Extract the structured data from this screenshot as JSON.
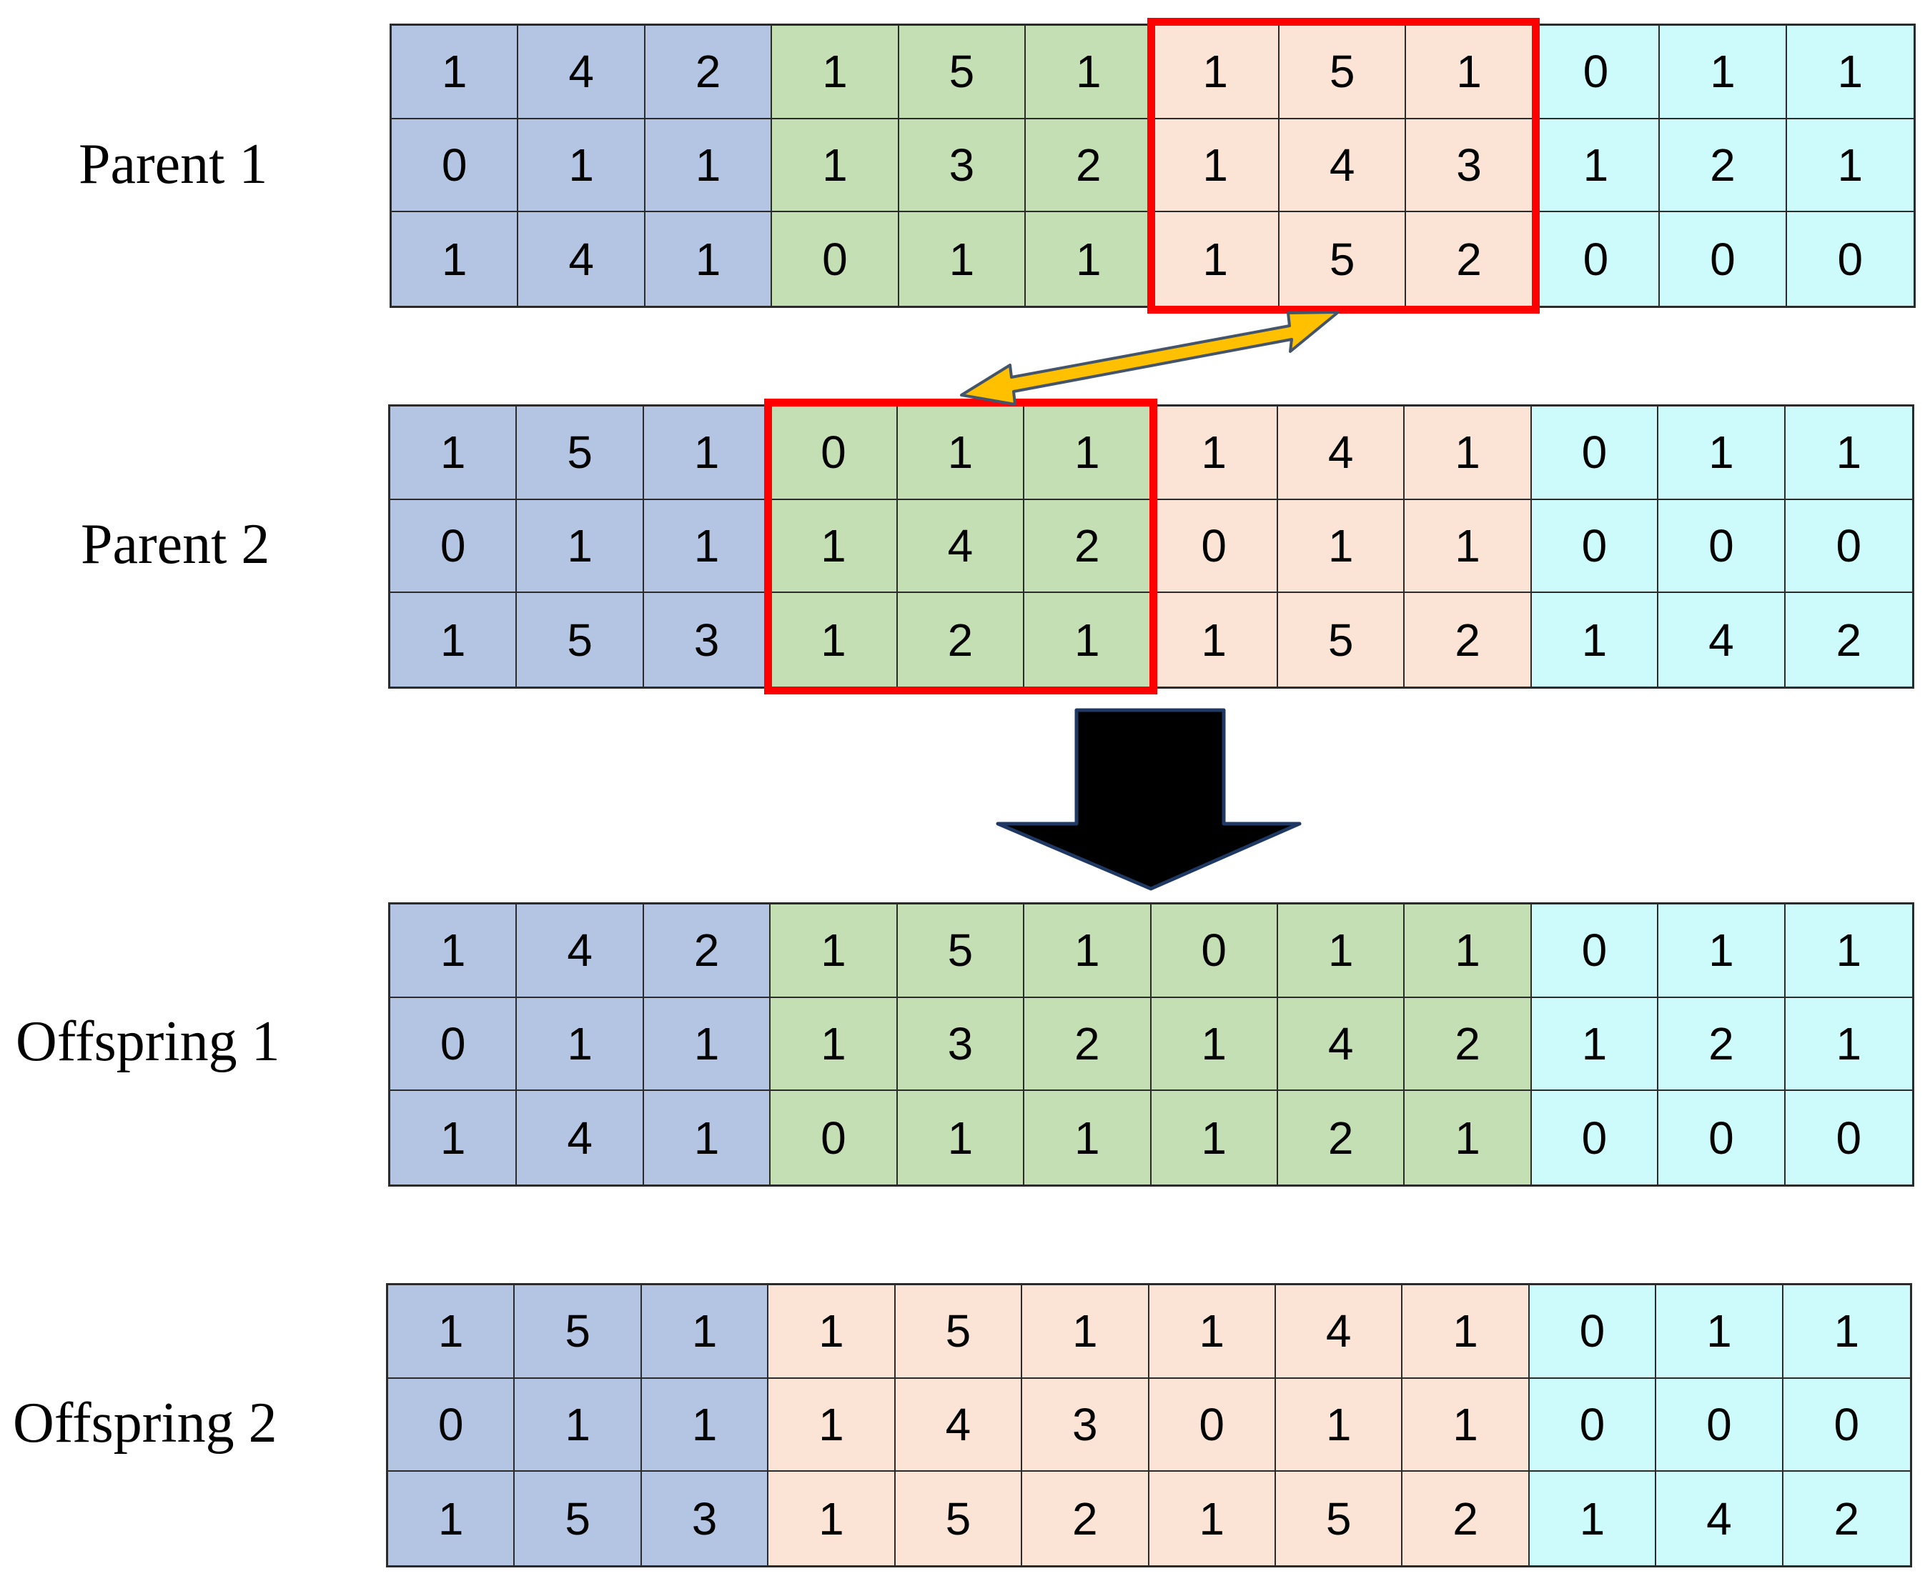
{
  "colors": {
    "blue": "#b4c5e4",
    "green": "#c5dfb4",
    "peach": "#fbe4d5",
    "cyan": "#cdfafa",
    "highlight": "#ff0000",
    "swap_arrow_fill": "#ffc000",
    "swap_arrow_stroke": "#44546a",
    "down_arrow_fill": "#000000",
    "down_arrow_stroke": "#203864"
  },
  "chromosomes": [
    {
      "id": "parent-1",
      "label": "Parent 1",
      "segment_colors": [
        "blue",
        "green",
        "peach",
        "cyan"
      ],
      "highlight_segment": 2,
      "rows": [
        [
          "1",
          "4",
          "2",
          "1",
          "5",
          "1",
          "1",
          "5",
          "1",
          "0",
          "1",
          "1"
        ],
        [
          "0",
          "1",
          "1",
          "1",
          "3",
          "2",
          "1",
          "4",
          "3",
          "1",
          "2",
          "1"
        ],
        [
          "1",
          "4",
          "1",
          "0",
          "1",
          "1",
          "1",
          "5",
          "2",
          "0",
          "0",
          "0"
        ]
      ]
    },
    {
      "id": "parent-2",
      "label": "Parent 2",
      "segment_colors": [
        "blue",
        "green",
        "peach",
        "cyan"
      ],
      "highlight_segment": 1,
      "rows": [
        [
          "1",
          "5",
          "1",
          "0",
          "1",
          "1",
          "1",
          "4",
          "1",
          "0",
          "1",
          "1"
        ],
        [
          "0",
          "1",
          "1",
          "1",
          "4",
          "2",
          "0",
          "1",
          "1",
          "0",
          "0",
          "0"
        ],
        [
          "1",
          "5",
          "3",
          "1",
          "2",
          "1",
          "1",
          "5",
          "2",
          "1",
          "4",
          "2"
        ]
      ]
    },
    {
      "id": "offspring-1",
      "label": "Offspring 1",
      "segment_colors": [
        "blue",
        "green",
        "green",
        "cyan"
      ],
      "highlight_segment": null,
      "rows": [
        [
          "1",
          "4",
          "2",
          "1",
          "5",
          "1",
          "0",
          "1",
          "1",
          "0",
          "1",
          "1"
        ],
        [
          "0",
          "1",
          "1",
          "1",
          "3",
          "2",
          "1",
          "4",
          "2",
          "1",
          "2",
          "1"
        ],
        [
          "1",
          "4",
          "1",
          "0",
          "1",
          "1",
          "1",
          "2",
          "1",
          "0",
          "0",
          "0"
        ]
      ]
    },
    {
      "id": "offspring-2",
      "label": "Offspring 2",
      "segment_colors": [
        "blue",
        "peach",
        "peach",
        "cyan"
      ],
      "highlight_segment": null,
      "rows": [
        [
          "1",
          "5",
          "1",
          "1",
          "5",
          "1",
          "1",
          "4",
          "1",
          "0",
          "1",
          "1"
        ],
        [
          "0",
          "1",
          "1",
          "1",
          "4",
          "3",
          "0",
          "1",
          "1",
          "0",
          "0",
          "0"
        ],
        [
          "1",
          "5",
          "3",
          "1",
          "5",
          "2",
          "1",
          "5",
          "2",
          "1",
          "4",
          "2"
        ]
      ]
    }
  ],
  "arrows": {
    "swap": "swap-arrow-icon",
    "transform": "down-arrow-icon"
  }
}
